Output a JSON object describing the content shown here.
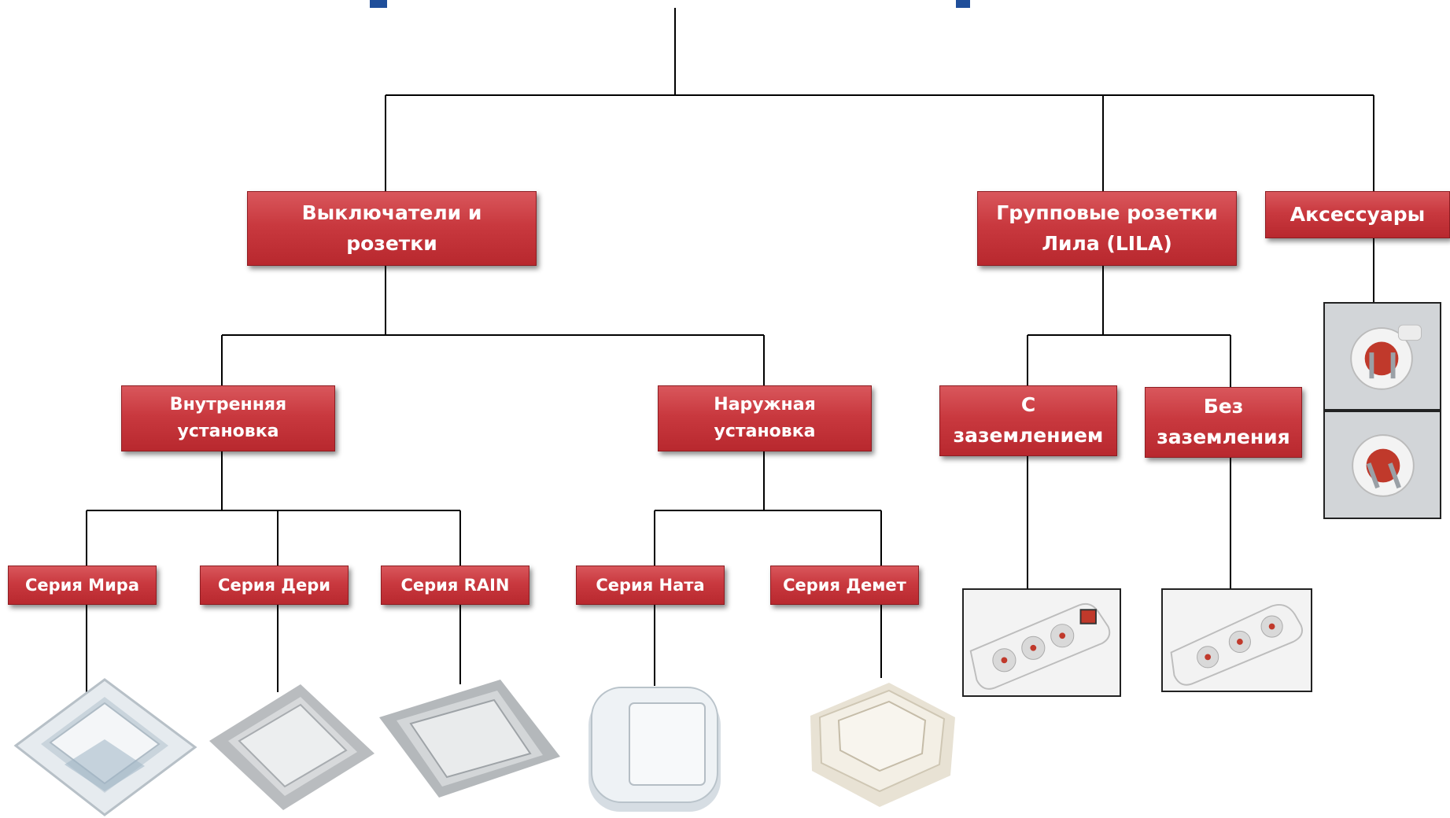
{
  "diagram": {
    "nodes": {
      "switches": "Выключатели и\nрозетки",
      "group_sockets": "Групповые розетки\nЛила  (LILA)",
      "accessories": "Аксессуары",
      "indoor": "Внутренняя\nустановка",
      "outdoor": "Наружная\nустановка",
      "grounded": "С\nзаземлением",
      "ungrounded": "Без\nзаземления",
      "series_mira": "Серия Мира",
      "series_deri": "Серия Дери",
      "series_rain": "Серия RAIN",
      "series_nata": "Серия Ната",
      "series_demet": "Серия Демет"
    },
    "colors": {
      "box_fill": "#c9393f",
      "box_text": "#ffffff",
      "connector": "#000000",
      "socket_accent": "#c0392b"
    }
  }
}
